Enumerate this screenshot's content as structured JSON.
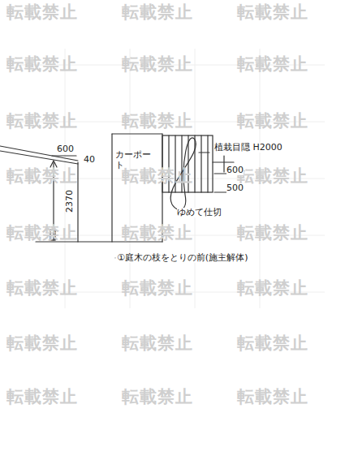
{
  "diagram": {
    "nodes": [
      {
        "text": [
          "カーポート"
        ]
      }
    ],
    "labels": [
      "600",
      "40",
      "2370",
      "植栽目隠 H2000",
      "600",
      "500",
      "ゆめて仕切",
      "①庭木の枝をとりの前(施主解体)",
      "転載禁止",
      "転載禁止",
      "転載禁止",
      "転載禁止",
      "転載禁止",
      "転載禁止",
      "転載禁止",
      "転載禁止",
      "転載禁止",
      "転載禁止",
      "転載禁止",
      "転載禁止",
      "転載禁止",
      "転載禁止",
      "転載禁止",
      "転載禁止",
      "転載禁止",
      "転載禁止",
      "転載禁止",
      "転載禁止",
      "転載禁止",
      "転載禁止",
      "転載禁止",
      "転載禁止"
    ]
  }
}
